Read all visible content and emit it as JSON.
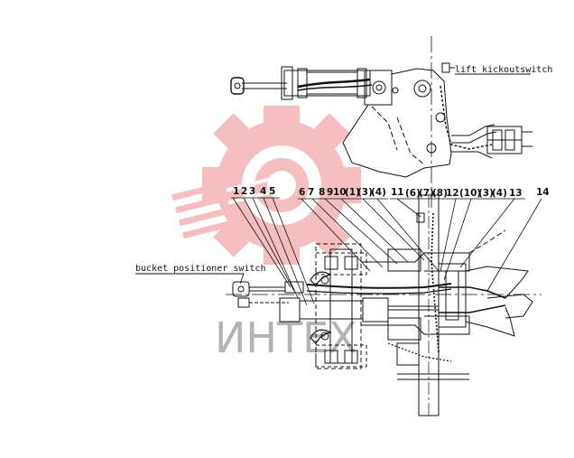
{
  "labels": {
    "lift_kickout_switch": "lift kickoutswitch",
    "bucket_positioner_switch": "bucket positioner switch"
  },
  "callouts": {
    "n1": "1",
    "n2": "2",
    "n3": "3",
    "n4": "4",
    "n5": "5",
    "n6": "6",
    "n7": "7",
    "n8": "8",
    "n9": "9",
    "n10": "10",
    "n1p": "(1)",
    "n3p": "(3)",
    "n4p": "(4)",
    "n11": "11",
    "n6p": "(6)",
    "n7p": "(7)",
    "n8p": "(8)",
    "n12": "12",
    "n10p": "(10)",
    "n3p2": "(3)",
    "n4p2": "(4)",
    "n13": "13",
    "n14": "14"
  },
  "watermark": {
    "text": "ИНТЕХ",
    "color": "#e8505b"
  }
}
